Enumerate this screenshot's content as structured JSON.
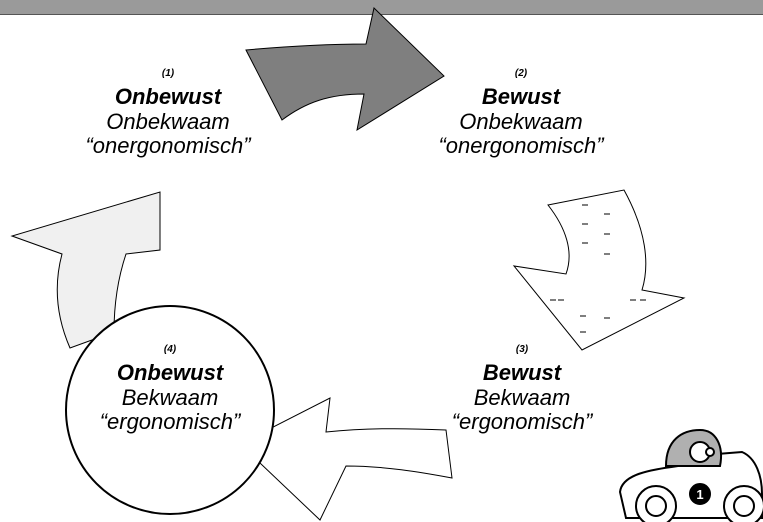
{
  "stages": [
    {
      "number": "(1)",
      "state": "Onbewust",
      "skill": "Onbekwaam",
      "quote": "“onergonomisch”"
    },
    {
      "number": "(2)",
      "state": "Bewust",
      "skill": "Onbekwaam",
      "quote": "“onergonomisch”"
    },
    {
      "number": "(3)",
      "state": "Bewust",
      "skill": "Bekwaam",
      "quote": "“ergonomisch”"
    },
    {
      "number": "(4)",
      "state": "Onbewust",
      "skill": "Bekwaam",
      "quote": "“ergonomisch”"
    }
  ],
  "colors": {
    "arrow_dark": "#7f7f7f",
    "arrow_light": "#f0f0f0",
    "outline": "#000000",
    "top_bar": "#9a9a9a"
  },
  "icons": [
    "race-car-icon"
  ],
  "car_badge": "1"
}
